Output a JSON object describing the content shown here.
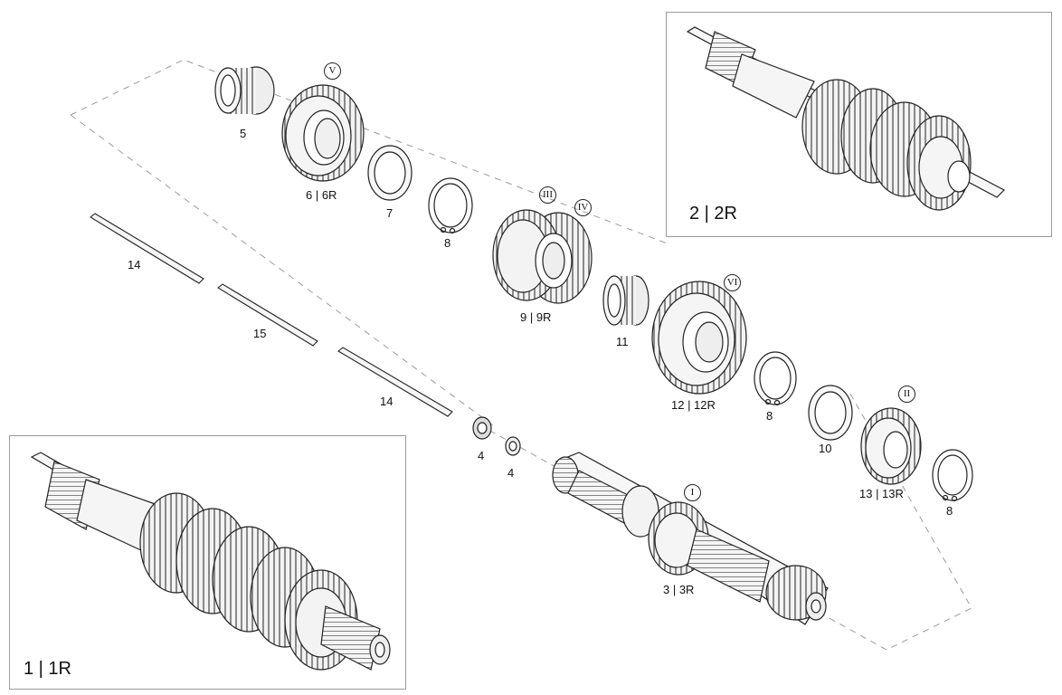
{
  "inset_top": {
    "label": "2 | 2R"
  },
  "inset_bottom": {
    "label": "1 | 1R"
  },
  "callouts": {
    "p5": "5",
    "p6": "6 | 6R",
    "p7": "7",
    "p8a": "8",
    "p9": "9 | 9R",
    "p11": "11",
    "p12": "12 | 12R",
    "p8b": "8",
    "p10": "10",
    "p13": "13 | 13R",
    "p8c": "8",
    "p14a": "14",
    "p15": "15",
    "p14b": "14",
    "p4a": "4",
    "p4b": "4",
    "p3": "3 | 3R"
  },
  "gear_marks": {
    "g1": "I",
    "g2": "II",
    "g3": "III",
    "g4": "IV",
    "g5": "V",
    "g6": "VI"
  }
}
